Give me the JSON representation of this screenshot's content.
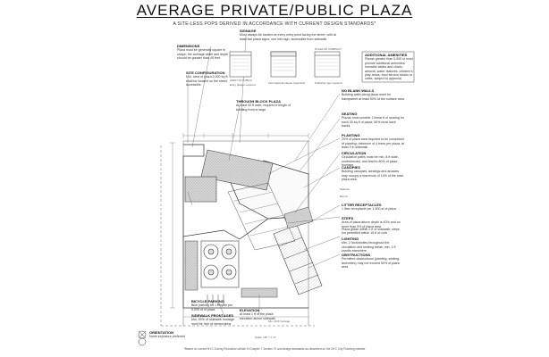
{
  "title": "AVERAGE PRIVATE/PUBLIC PLAZA",
  "subtitle": "A SITE-LESS POPS DERIVED IN ACCORDANCE WITH CURRENT DESIGN STANDARDS*",
  "notes": {
    "signage": {
      "heading": "SIGNAGE",
      "body": "Must always be located at every entry point facing the street, with at least two plaza signs, one info sign, accessible from sidewalk"
    },
    "open_to_public": {
      "label": "OPEN TO PUBLIC"
    },
    "plaza_of_compact": {
      "label": "PLAZA OF COMPACT"
    },
    "entry_plaque": {
      "label": "Entry plaque required"
    },
    "info_plaque": {
      "label": "Informational plaque (required)"
    },
    "publisher_sign": {
      "label": "Publisher sign required"
    },
    "dimensions": {
      "heading": "DIMENSIONS",
      "body": "Plaza must be generally square in shape; the average width and depth should be greater than 40 feet"
    },
    "configuration": {
      "heading": "SITE CONFIGURATION",
      "body": "Min. area of plaza 2,000 sq ft; shall be located on the street, accessible"
    },
    "through_block": {
      "heading": "THROUGH BLOCK PLAZA",
      "body": "At least 40 ft wide, required if length of building front is large"
    },
    "additional_amenities": {
      "heading": "ADDITIONAL AMENITIES",
      "body": "Plazas greater than 5,000 sf must provide additional amenities: movable tables and chairs, artwork, water features, children's play areas, food service kiosks or cafes, subject to approval"
    },
    "no_blank_walls": {
      "heading": "NO BLANK WALLS",
      "body": "Building walls along plaza must be transparent at least 50% of the surface area"
    },
    "seating": {
      "heading": "SEATING",
      "body": "Plazas must provide 1 linear ft of seating for each 30 sq ft of plaza; 50% must have backs"
    },
    "planting": {
      "heading": "PLANTING",
      "body": "20% of plaza area required to be comprised of planting; minimum of 4 trees per plaza, at least 3 in sidewalk"
    },
    "circulation": {
      "heading": "CIRCULATION",
      "body": "Circulation paths must be min. 8 ft wide, unobstructed, and lead to 80% of plaza frontage"
    },
    "canopies": {
      "heading": "CANOPIES",
      "body": "Building canopies, awnings and arcades may occupy a maximum of 10% of the total plaza area"
    },
    "setback": {
      "label": "Setback"
    },
    "bench": {
      "label": "Bench"
    },
    "litter": {
      "heading": "LITTER RECEPTACLES",
      "body": "1 litter receptacle per 1,500 sf of plaza"
    },
    "steps": {
      "heading": "STEPS",
      "body": "Area of plaza above depth is 40% and no more than 5% of plaza area"
    },
    "pavement": {
      "heading": "",
      "body": "Plaza grade within 2 ft of sidewalk; steps not permitted within 15 ft of curb"
    },
    "lighting": {
      "heading": "LIGHTING",
      "body": "Min. 2 footcandles throughout the circulation and seating areas; min. 1 ft candle elsewhere"
    },
    "obstructions": {
      "heading": "OBSTRUCTIONS",
      "body": "Permitted obstructions (planting, seating, amenities) may not exceed 50% of plaza area"
    },
    "bicycle": {
      "heading": "BICYCLE PARKING",
      "body": "Bike parking for 1 bicycle per 5,000 sf of plaza"
    },
    "sidewalk": {
      "heading": "SIDEWALK FRONTAGES",
      "body": "Min. 50% of sidewalk frontage must be free of obstructions"
    },
    "elevation": {
      "heading": "ELEVATION",
      "body": "At least 1 ft of the plaza elevation above sidewalk"
    },
    "orientation": {
      "heading": "ORIENTATION",
      "body": "North exposure preferred"
    },
    "scale": {
      "label": "Scale: 1/8\" = 1'-0\""
    },
    "sidewalk_dim": {
      "label": "Min. 40 ft frontage"
    }
  },
  "footer": "*Based on current NYC Zoning Resolution Article III Chapter 7 Section 70 and design standards as described on the NYC City Planning website"
}
